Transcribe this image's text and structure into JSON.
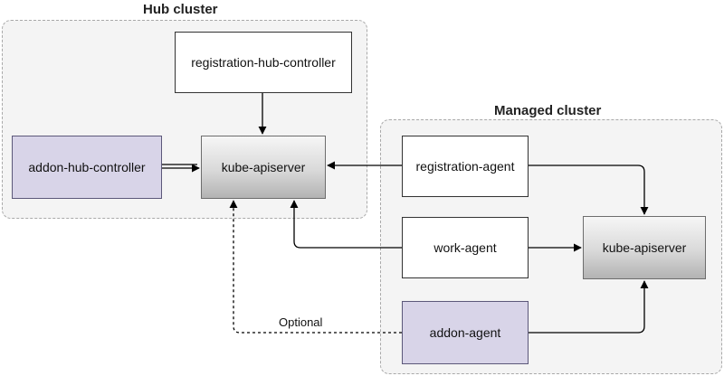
{
  "hub_cluster": {
    "title": "Hub cluster",
    "nodes": {
      "registration_hub_controller": "registration-hub-controller",
      "addon_hub_controller": "addon-hub-controller",
      "kube_apiserver": "kube-apiserver"
    }
  },
  "managed_cluster": {
    "title": "Managed cluster",
    "nodes": {
      "registration_agent": "registration-agent",
      "work_agent": "work-agent",
      "addon_agent": "addon-agent",
      "kube_apiserver": "kube-apiserver"
    }
  },
  "edges": {
    "optional_label": "Optional"
  },
  "colors": {
    "cluster_bg": "#f4f4f4",
    "cluster_border": "#a9a9a9",
    "addon_fill": "#d8d4e8",
    "addon_border": "#5c587a",
    "apiserver_gradient_top": "#f6f6f6",
    "apiserver_gradient_bottom": "#b3b3b3"
  }
}
